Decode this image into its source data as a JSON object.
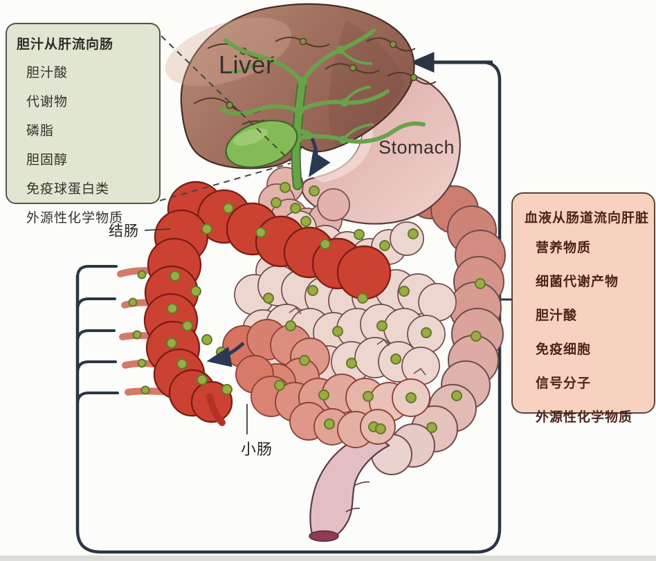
{
  "panels": {
    "bile": {
      "title": "胆汁从肝流向肠",
      "items": [
        "胆汁酸",
        "代谢物",
        "磷脂",
        "胆固醇",
        "免疫球蛋白类",
        "外源性化学物质"
      ]
    },
    "blood": {
      "title": "血液从肠道流向肝脏",
      "items": [
        "营养物质",
        "细菌代谢产物",
        "胆汁酸",
        "免疫细胞",
        "信号分子",
        "外源性化学物质"
      ]
    }
  },
  "organ_labels": {
    "liver": "Liver",
    "stomach": "Stomach",
    "colon": "结肠",
    "small_intestine": "小肠"
  },
  "colors": {
    "colon_red": "#cc4232",
    "colon_red_stroke": "#7c1f16",
    "ileum_red": "#d5705c",
    "ileum_pale": "#eccfc8",
    "ileum_stroke": "#8f4236",
    "intestine_pink": "#eed6d0",
    "intestine_stroke": "#6d4c49",
    "right_colon_top": "#ca7466",
    "right_colon_bottom": "#ead2cf",
    "duodenum_pink": "#e2b2ac",
    "duodenum_stroke": "#7c4f4b",
    "dot_fill": "#9aac42",
    "dot_stroke": "#5f7a28",
    "flow_line": "#2b3642",
    "arrow_dark": "#2b3952",
    "vessel_red": "#d5796a"
  }
}
